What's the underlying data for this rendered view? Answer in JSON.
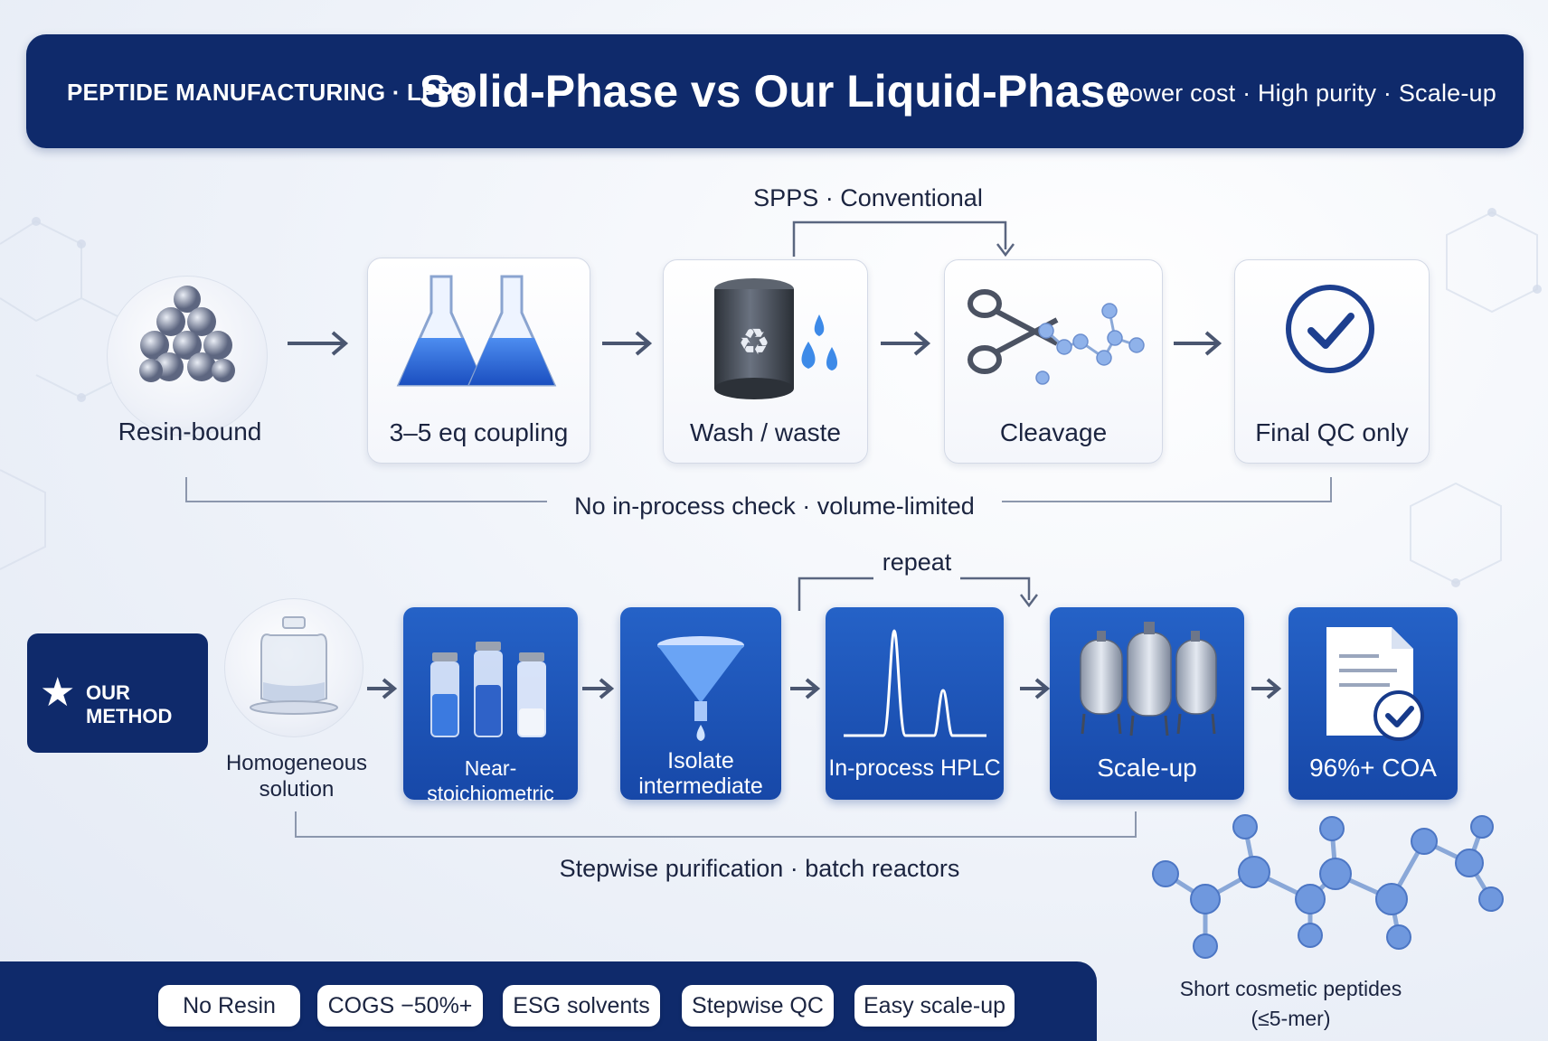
{
  "header": {
    "left_tag": "PEPTIDE MANUFACTURING · LPPS",
    "title": "Solid-Phase vs Our Liquid-Phase",
    "right_tag": "Lower cost · High purity · Scale-up"
  },
  "spps": {
    "section_label": "SPPS · Conventional",
    "steps": [
      {
        "label": "Resin-bound",
        "icon": "resin-beads-icon"
      },
      {
        "label": "3–5 eq coupling",
        "icon": "flasks-icon"
      },
      {
        "label": "Wash / waste",
        "icon": "waste-barrel-icon"
      },
      {
        "label": "Cleavage",
        "icon": "scissors-icon"
      },
      {
        "label": "Final QC only",
        "icon": "check-circle-icon"
      }
    ],
    "footer_note": "No in-process check · volume-limited"
  },
  "lpps": {
    "badge": "OUR METHOD",
    "repeat_label": "repeat",
    "steps": [
      {
        "label_line1": "Homogeneous",
        "label_line2": "solution",
        "icon": "bell-jar-icon"
      },
      {
        "label_line1": "Near-stoichiometric",
        "label_line2": "",
        "icon": "vials-icon"
      },
      {
        "label_line1": "Isolate",
        "label_line2": "intermediate",
        "icon": "funnel-icon"
      },
      {
        "label_line1": "In-process HPLC",
        "label_line2": "",
        "icon": "chromatogram-icon"
      },
      {
        "label_line1": "Scale-up",
        "label_line2": "",
        "icon": "reactors-icon"
      },
      {
        "label_line1": "96%+ COA",
        "label_line2": "",
        "icon": "certificate-icon"
      }
    ],
    "footer_note": "Stepwise purification · batch reactors"
  },
  "benefits": [
    "No Resin",
    "COGS −50%+",
    "ESG solvents",
    "Stepwise QC",
    "Easy scale-up"
  ],
  "molecule_caption": {
    "line1": "Short cosmetic peptides",
    "line2": "(≤5-mer)"
  },
  "colors": {
    "navy": "#0f2a6b",
    "blue": "#1f57bd",
    "arrow": "#4a5670"
  }
}
